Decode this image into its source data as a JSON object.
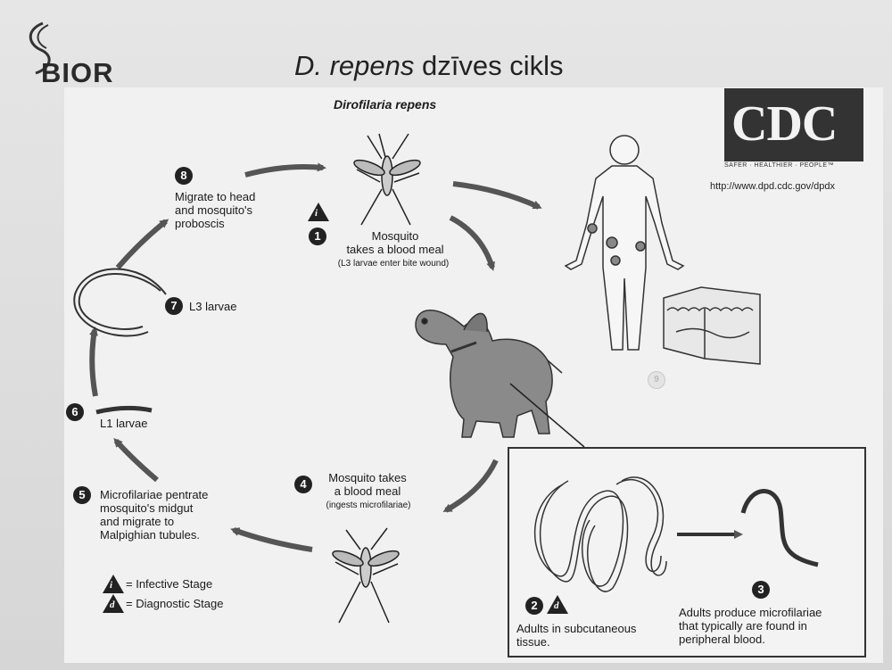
{
  "logo": {
    "text": "BIOR"
  },
  "title": {
    "italic": "D. repens",
    "rest": " dzīves cikls"
  },
  "species": "Dirofilaria repens",
  "cdc": {
    "logo_text": "CDC",
    "tagline": "SAFER · HEALTHIER · PEOPLE™",
    "url": "http://www.dpd.cdc.gov/dpdx"
  },
  "steps": [
    {
      "n": "1",
      "text": "Mosquito\ntakes a blood meal",
      "sub": "(L3 larvae enter bite wound)"
    },
    {
      "n": "2",
      "text": "Adults in subcutaneous\ntissue."
    },
    {
      "n": "3",
      "text": "Adults produce microfilariae\nthat typically are found in\nperipheral blood."
    },
    {
      "n": "4",
      "text": "Mosquito takes\na blood meal",
      "sub": "(ingests microfilariae)"
    },
    {
      "n": "5",
      "text": "Microfilariae pentrate\nmosquito's midgut\nand migrate to\nMalpighian tubules."
    },
    {
      "n": "6",
      "text": "L1 larvae"
    },
    {
      "n": "7",
      "text": "L3 larvae"
    },
    {
      "n": "8",
      "text": "Migrate to head\nand mosquito's\nproboscis"
    },
    {
      "n": "9"
    }
  ],
  "legend": {
    "i_symbol": "i",
    "d_symbol": "d",
    "infective": "= Infective Stage",
    "diagnostic": "= Diagnostic Stage"
  },
  "colors": {
    "arrow": "#555555",
    "badge": "#222222",
    "dog": "#8a8a8a"
  }
}
